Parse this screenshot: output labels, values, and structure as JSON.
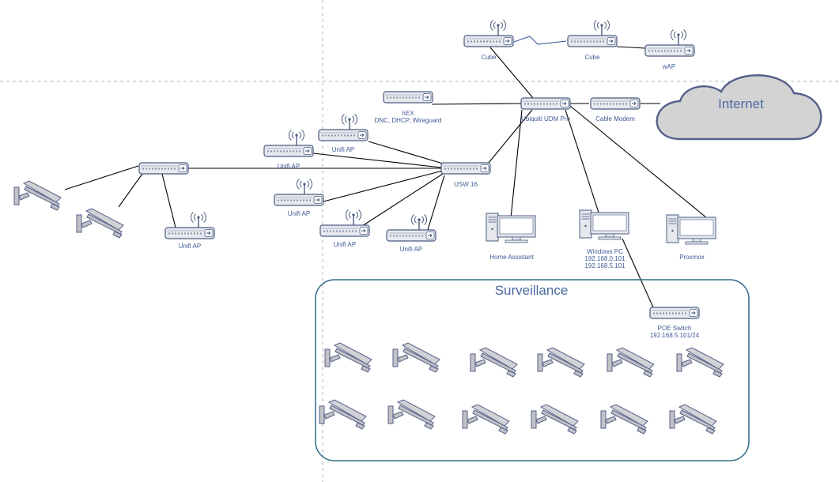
{
  "devices": {
    "cube1": {
      "label": "Cube"
    },
    "cube2": {
      "label": "Cube"
    },
    "wap": {
      "label": "wAP"
    },
    "hex": {
      "label": "hEX",
      "sublabel": "DNC, DHCP, Wireguard"
    },
    "udm": {
      "label": "Ubiquiti UDM Pro"
    },
    "modem": {
      "label": "Cable Modem"
    },
    "ap_a": {
      "label": "Unifi AP"
    },
    "ap_b": {
      "label": "Unifi AP"
    },
    "ap_c": {
      "label": "Unifi AP"
    },
    "ap_d": {
      "label": "Unifi AP"
    },
    "ap_e": {
      "label": "Unifi AP"
    },
    "ap_f": {
      "label": "Unifi AP"
    },
    "usw": {
      "label": "USW 16"
    },
    "home_assistant": {
      "label": "Home Assistant"
    },
    "windows_pc": {
      "label": "Windows PC",
      "ip1": "192.168.0.101",
      "ip2": "192.168.5.101"
    },
    "proxmox": {
      "label": "Proxmox"
    },
    "poe": {
      "label": "POE Switch",
      "ip": "192.168.5.101/24"
    }
  },
  "internet": {
    "label": "Internet"
  },
  "surveillance": {
    "title": "Surveillance"
  },
  "colors": {
    "accent": "#4a6aa0",
    "line": "#000000",
    "device_fill": "#e6e8ee",
    "cloud_fill": "#d3d3d3",
    "camera_fill": "#c0c0c4"
  }
}
